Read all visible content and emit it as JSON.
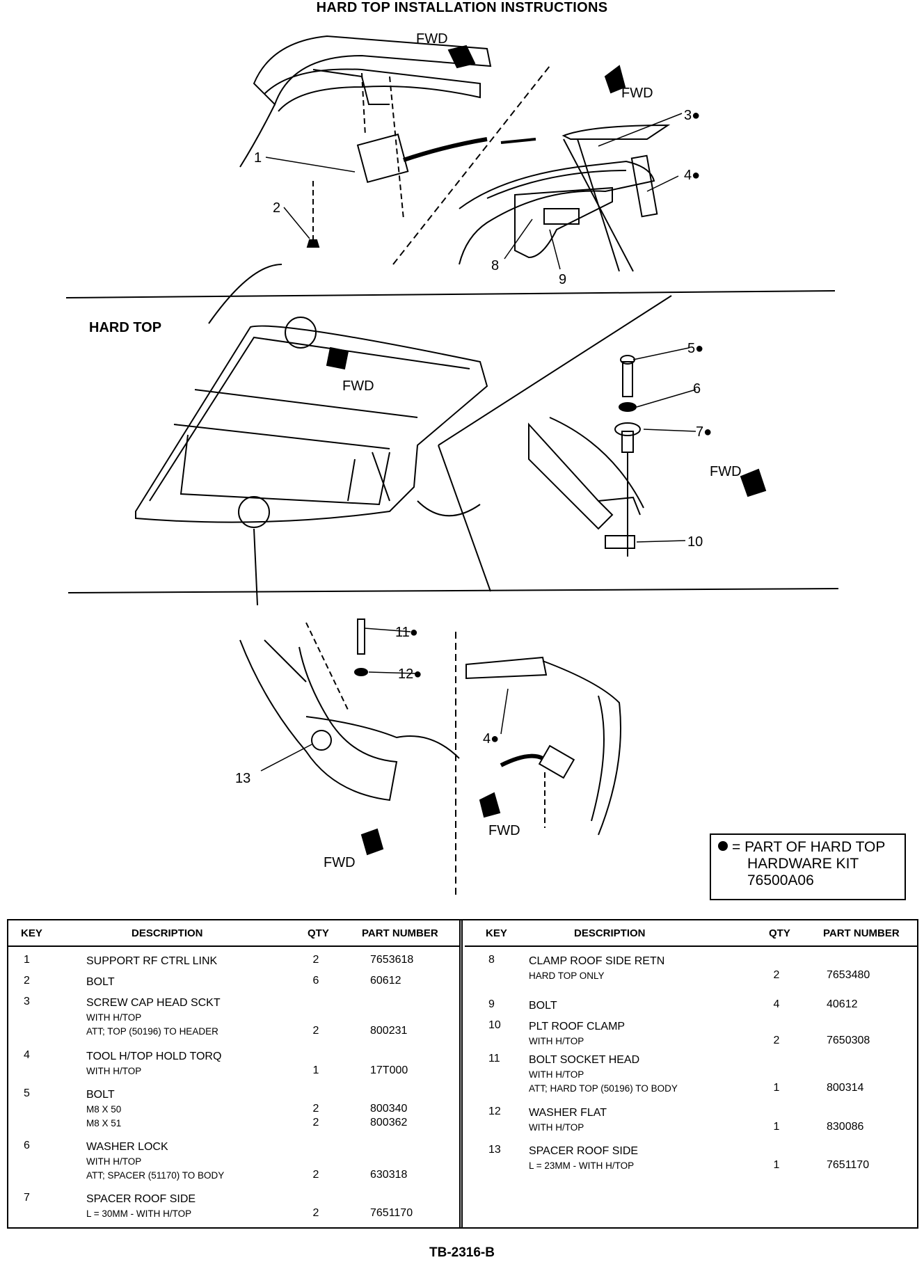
{
  "page": {
    "title": "HARD TOP INSTALLATION INSTRUCTIONS",
    "footer": "TB-2316-B"
  },
  "figure": {
    "hard_top_label": "HARD TOP",
    "fwd": "FWD",
    "callouts": [
      "1",
      "2",
      "3●",
      "4●",
      "5●",
      "6",
      "7●",
      "8",
      "9",
      "10",
      "11●",
      "12●",
      "13",
      "4●"
    ]
  },
  "kit_note": {
    "line1": "= PART OF HARD TOP",
    "line2": "HARDWARE KIT",
    "line3": "76500A06"
  },
  "table": {
    "headers": {
      "key": "KEY",
      "description": "DESCRIPTION",
      "qty": "QTY",
      "part_number": "PART NUMBER"
    },
    "left": [
      {
        "key": "1",
        "desc": "SUPPORT RF CTRL LINK",
        "sub": [],
        "qty": "2",
        "part": "7653618"
      },
      {
        "key": "2",
        "desc": "BOLT",
        "sub": [],
        "qty": "6",
        "part": "60612"
      },
      {
        "key": "3",
        "desc": "SCREW CAP HEAD SCKT",
        "sub": [
          "WITH H/TOP",
          "ATT; TOP (50196) TO HEADER"
        ],
        "qty": "2",
        "part": "800231"
      },
      {
        "key": "4",
        "desc": "TOOL H/TOP HOLD TORQ",
        "sub": [
          "WITH H/TOP"
        ],
        "qty": "1",
        "part": "17T000"
      },
      {
        "key": "5",
        "desc": "BOLT",
        "sub": [
          "M8 X 50",
          "M8 X 51"
        ],
        "qty": "2",
        "qty2": "2",
        "part": "800340",
        "part2": "800362"
      },
      {
        "key": "6",
        "desc": "WASHER LOCK",
        "sub": [
          "WITH H/TOP",
          "ATT; SPACER (51170) TO BODY"
        ],
        "qty": "2",
        "part": "630318"
      },
      {
        "key": "7",
        "desc": "SPACER ROOF SIDE",
        "sub": [
          "L = 30MM - WITH H/TOP"
        ],
        "qty": "2",
        "part": "7651170"
      }
    ],
    "right": [
      {
        "key": "8",
        "desc": "CLAMP ROOF SIDE RETN",
        "sub": [
          "HARD TOP ONLY"
        ],
        "qty": "2",
        "part": "7653480"
      },
      {
        "key": "9",
        "desc": "BOLT",
        "sub": [],
        "qty": "4",
        "part": "40612"
      },
      {
        "key": "10",
        "desc": "PLT ROOF CLAMP",
        "sub": [
          "WITH H/TOP"
        ],
        "qty": "2",
        "part": "7650308"
      },
      {
        "key": "11",
        "desc": "BOLT SOCKET HEAD",
        "sub": [
          "WITH H/TOP",
          "ATT; HARD TOP (50196) TO BODY"
        ],
        "qty": "1",
        "part": "800314"
      },
      {
        "key": "12",
        "desc": "WASHER FLAT",
        "sub": [
          "WITH H/TOP"
        ],
        "qty": "1",
        "part": "830086"
      },
      {
        "key": "13",
        "desc": "SPACER ROOF SIDE",
        "sub": [
          "L = 23MM - WITH H/TOP"
        ],
        "qty": "1",
        "part": "7651170"
      }
    ]
  }
}
